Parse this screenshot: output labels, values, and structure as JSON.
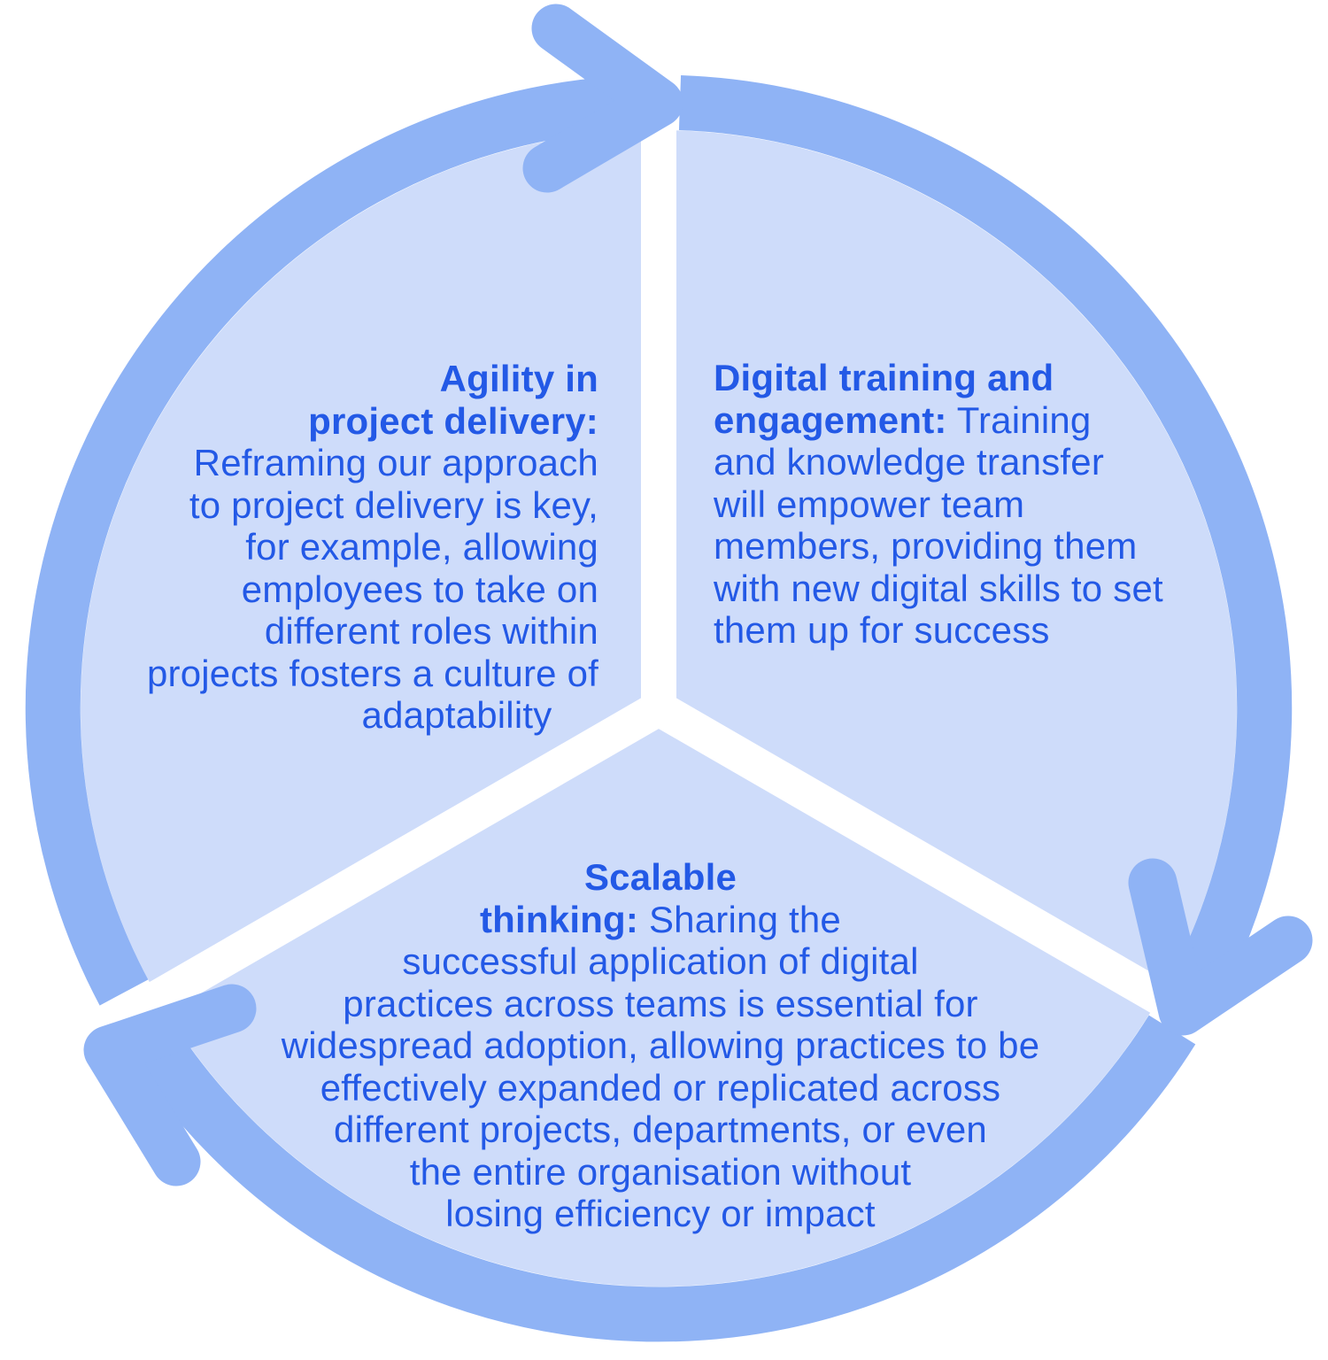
{
  "diagram": {
    "type": "cycle",
    "direction": "clockwise",
    "segment_count": 3,
    "colors": {
      "ring": "#8fb3f5",
      "sector_fill": "#cedcfa",
      "divider": "#ffffff",
      "text": "#2359e6",
      "background": "#ffffff"
    },
    "sections": [
      {
        "id": "agility-in-project-delivery",
        "title": "Agility in project delivery:",
        "align": "right",
        "lines": [
          {
            "b": "Agility in"
          },
          {
            "b": "project delivery:"
          },
          {
            "t": "Reframing our approach"
          },
          {
            "t": "to project delivery is key,"
          },
          {
            "t": "for example, allowing"
          },
          {
            "t": "employees to take on"
          },
          {
            "t": "different roles within"
          },
          {
            "t": "projects fosters a culture of"
          },
          {
            "t": "adaptability"
          }
        ]
      },
      {
        "id": "digital-training-and-engagement",
        "title": "Digital training and engagement:",
        "align": "left",
        "lines": [
          {
            "b": "Digital training and"
          },
          {
            "b": "engagement:",
            "t": " Training"
          },
          {
            "t": "and knowledge transfer"
          },
          {
            "t": "will empower team"
          },
          {
            "t": "members, providing them"
          },
          {
            "t": "with new digital skills to set"
          },
          {
            "t": "them up for success"
          }
        ]
      },
      {
        "id": "scalable-thinking",
        "title": "Scalable thinking:",
        "align": "center",
        "lines": [
          {
            "b": "Scalable"
          },
          {
            "b": "thinking:",
            "t": " Sharing the"
          },
          {
            "t": "successful application of digital"
          },
          {
            "t": "practices across teams is essential for"
          },
          {
            "t": "widespread adoption, allowing practices to be"
          },
          {
            "t": "effectively expanded or replicated across"
          },
          {
            "t": "different projects, departments, or even"
          },
          {
            "t": "the entire organisation without"
          },
          {
            "t": "losing efficiency or impact"
          }
        ]
      }
    ]
  }
}
